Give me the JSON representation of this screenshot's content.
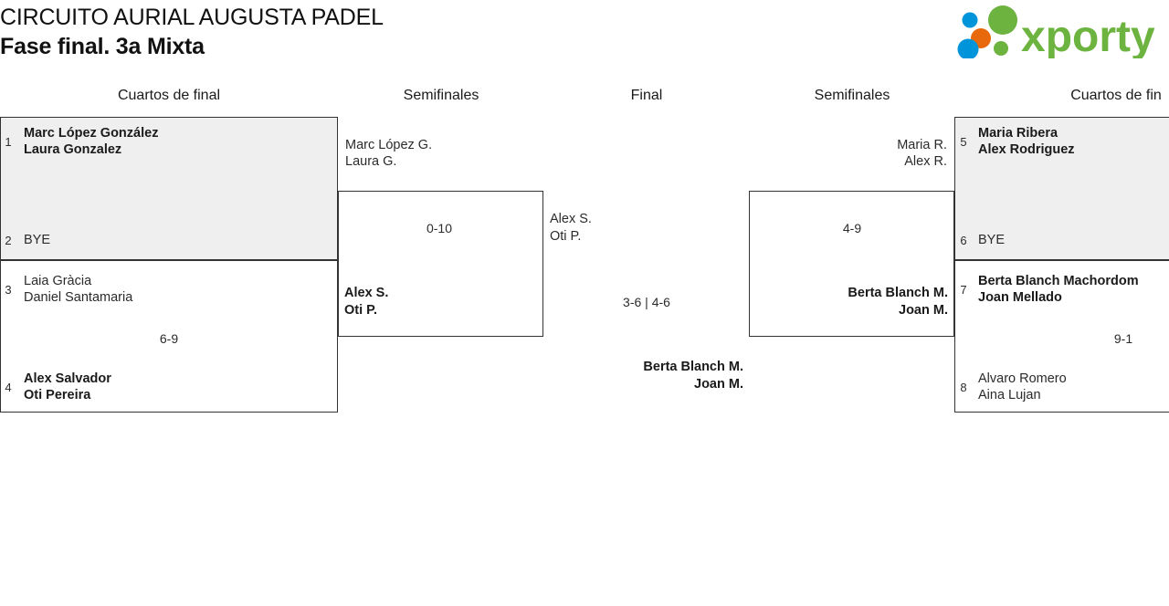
{
  "header": {
    "tournament_title": "CIRCUITO AURIAL AUGUSTA PADEL",
    "phase_title": "Fase final. 3a Mixta",
    "logo_text": "xporty",
    "logo_colors": {
      "green": "#6cb33f",
      "blue": "#0095da",
      "orange": "#e8690b"
    }
  },
  "columns": [
    {
      "label": "Cuartos de final"
    },
    {
      "label": "Semifinales"
    },
    {
      "label": "Final"
    },
    {
      "label": "Semifinales"
    },
    {
      "label": "Cuartos de fin"
    }
  ],
  "bracket": {
    "left_quarterfinals": [
      {
        "score": "",
        "top": {
          "seed": "1",
          "player1": "Marc López González",
          "player2": "Laura Gonzalez",
          "result": "winner"
        },
        "bottom": {
          "seed": "2",
          "player1": "BYE",
          "player2": "",
          "result": "bye"
        }
      },
      {
        "score": "6-9",
        "top": {
          "seed": "3",
          "player1": "Laia Gràcia",
          "player2": "Daniel Santamaria",
          "result": "loser"
        },
        "bottom": {
          "seed": "4",
          "player1": "Alex Salvador",
          "player2": "Oti Pereira",
          "result": "winner"
        }
      }
    ],
    "left_semifinal": {
      "score": "0-10",
      "top": {
        "player1": "Marc López G.",
        "player2": "Laura G.",
        "result": "loser"
      },
      "bottom": {
        "player1": "Alex S.",
        "player2": "Oti P.",
        "result": "winner"
      }
    },
    "final": {
      "score": "3-6 | 4-6",
      "top": {
        "player1": "Alex S.",
        "player2": "Oti P.",
        "result": "loser"
      },
      "bottom": {
        "player1": "Berta Blanch M.",
        "player2": "Joan M.",
        "result": "winner"
      }
    },
    "right_semifinal": {
      "score": "4-9",
      "top": {
        "player1": "Maria R.",
        "player2": "Alex R.",
        "result": "loser"
      },
      "bottom": {
        "player1": "Berta Blanch M.",
        "player2": "Joan M.",
        "result": "winner"
      }
    },
    "right_quarterfinals": [
      {
        "score": "",
        "top": {
          "seed": "5",
          "player1": "Maria Ribera",
          "player2": "Alex Rodriguez",
          "result": "winner"
        },
        "bottom": {
          "seed": "6",
          "player1": "BYE",
          "player2": "",
          "result": "bye"
        }
      },
      {
        "score": "9-1",
        "top": {
          "seed": "7",
          "player1": "Berta Blanch Machordom",
          "player2": "Joan Mellado",
          "result": "winner"
        },
        "bottom": {
          "seed": "8",
          "player1": "Alvaro Romero",
          "player2": "Aina Lujan",
          "result": "loser"
        }
      }
    ]
  }
}
